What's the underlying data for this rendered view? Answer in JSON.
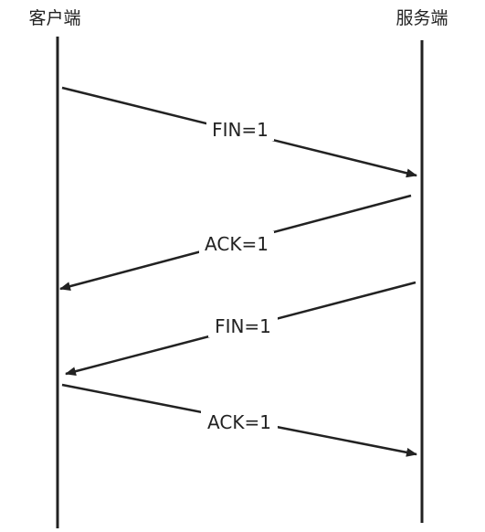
{
  "diagram": {
    "client_label": "客户端",
    "server_label": "服务端",
    "messages": [
      {
        "label": "FIN=1",
        "from": "client",
        "to": "server"
      },
      {
        "label": "ACK=1",
        "from": "server",
        "to": "client"
      },
      {
        "label": "FIN=1",
        "from": "server",
        "to": "client"
      },
      {
        "label": "ACK=1",
        "from": "client",
        "to": "server"
      }
    ],
    "colors": {
      "line": "#222222",
      "text": "#222222",
      "background": "#ffffff"
    }
  }
}
